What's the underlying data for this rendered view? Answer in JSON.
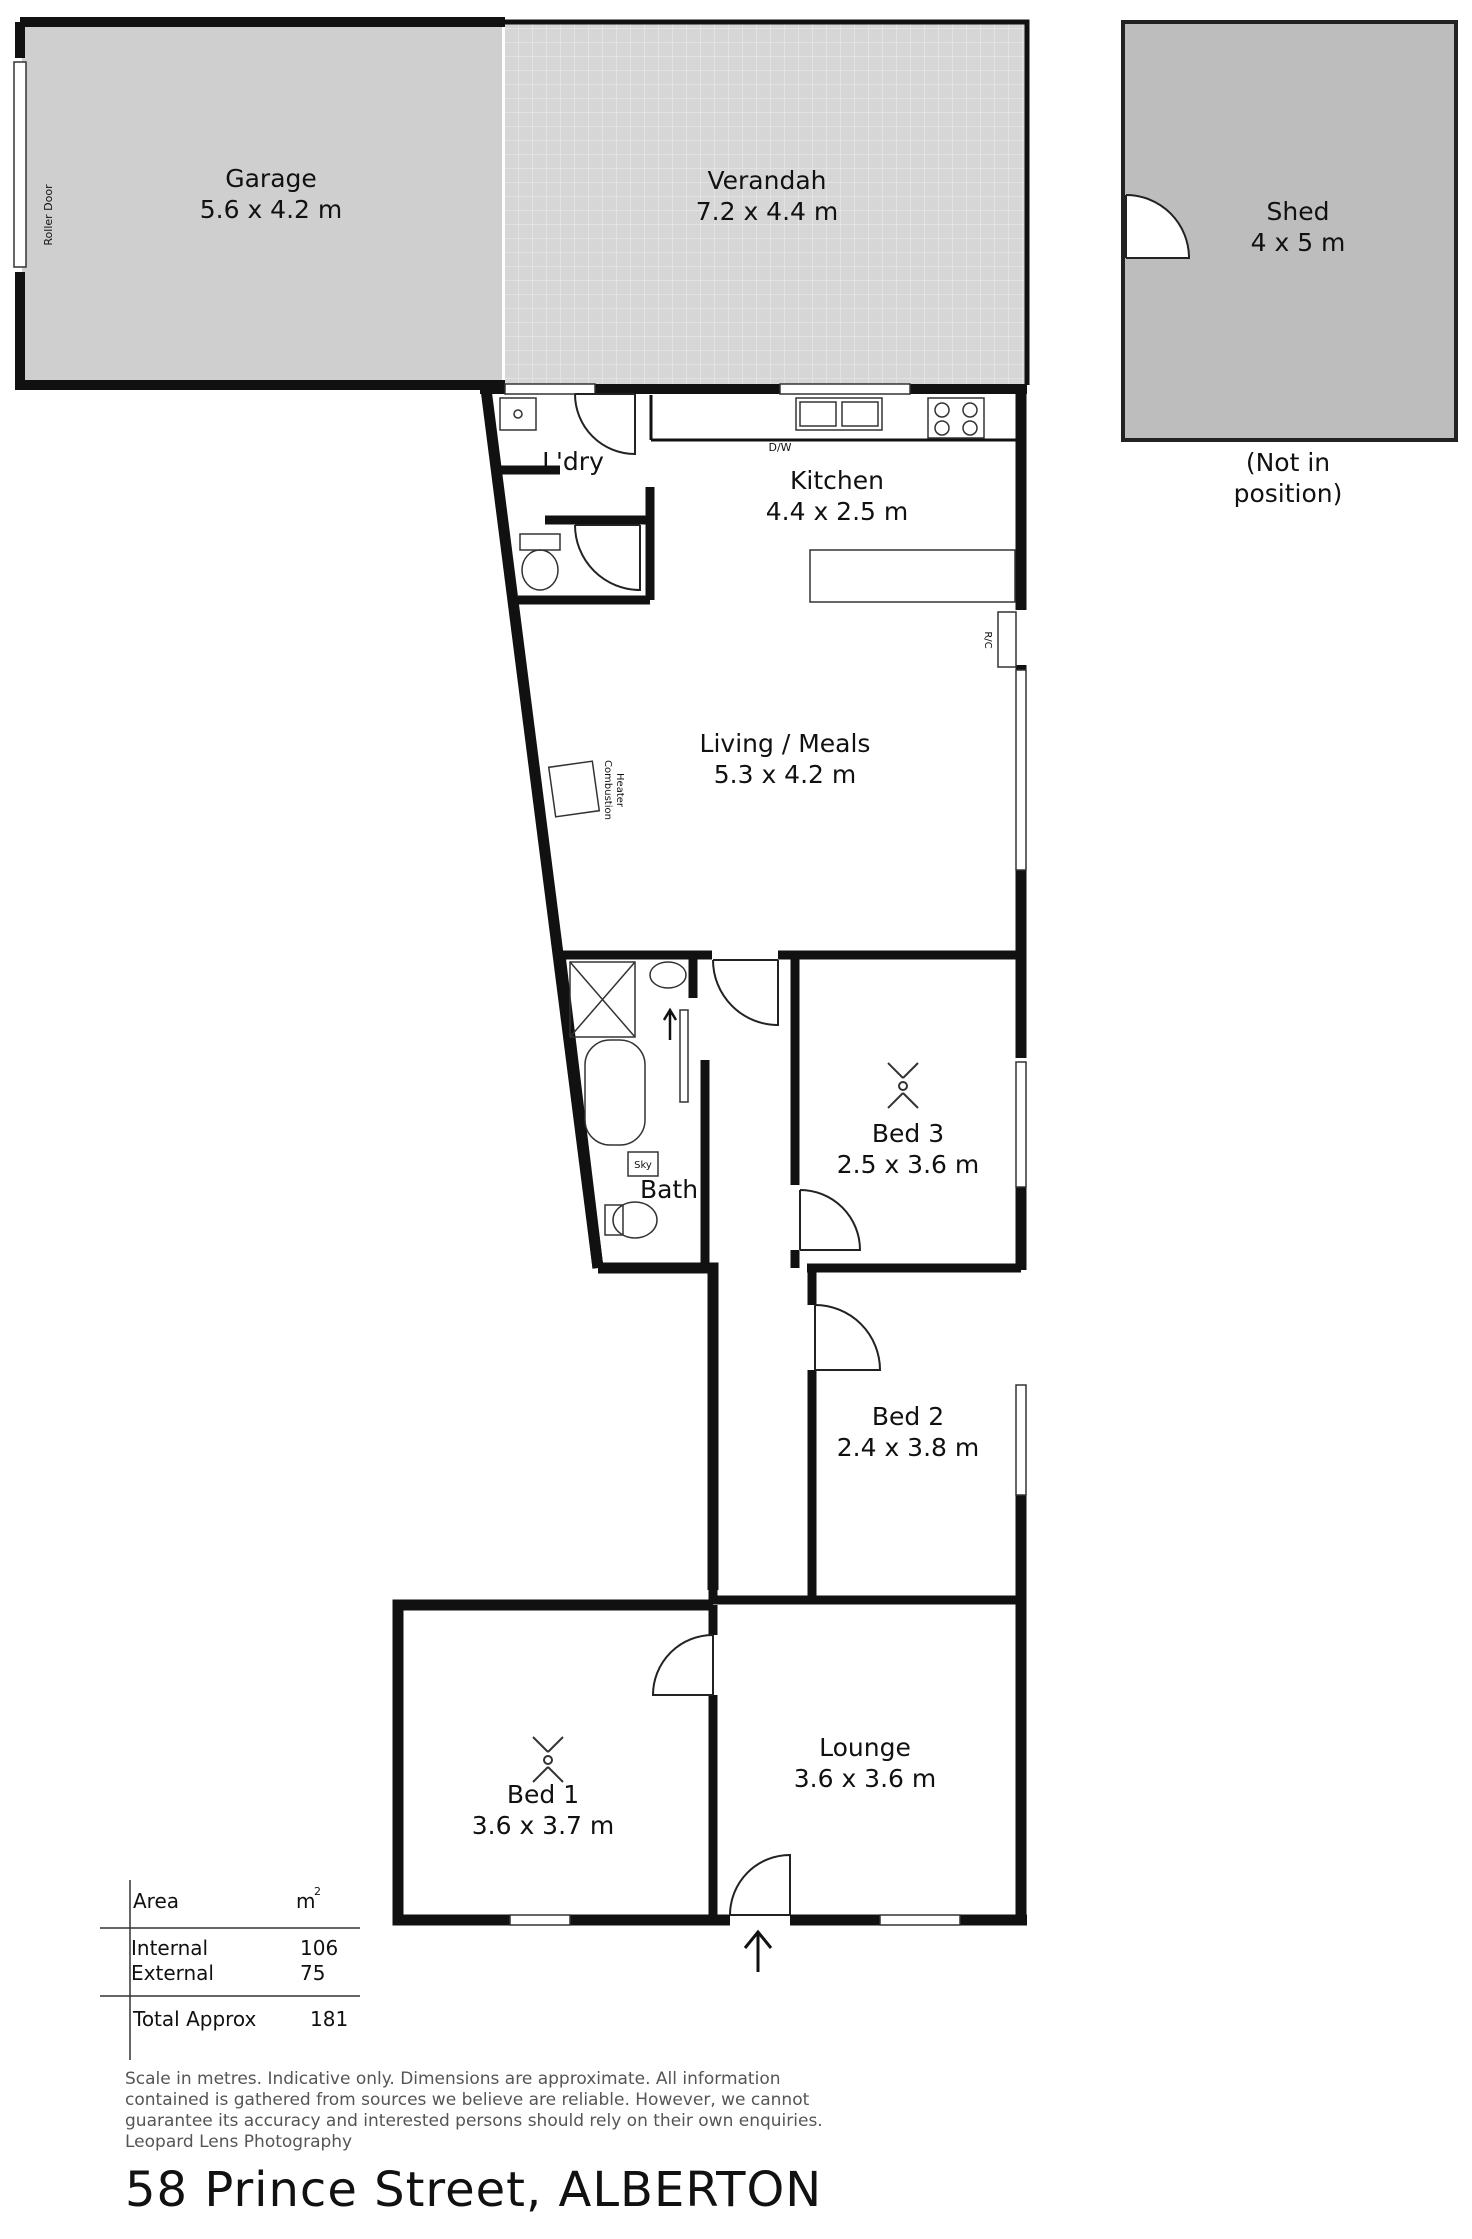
{
  "rooms": {
    "garage": {
      "name": "Garage",
      "size": "5.6 x 4.2 m"
    },
    "verandah": {
      "name": "Verandah",
      "size": "7.2 x 4.4 m"
    },
    "shed": {
      "name": "Shed",
      "size": "4 x 5 m",
      "note_1": "(Not in",
      "note_2": "position)"
    },
    "laundry": {
      "name": "L'dry"
    },
    "kitchen": {
      "name": "Kitchen",
      "size": "4.4 x 2.5 m"
    },
    "living": {
      "name": "Living / Meals",
      "size": "5.3 x 4.2 m"
    },
    "bath": {
      "name": "Bath"
    },
    "bed3": {
      "name": "Bed 3",
      "size": "2.5 x 3.6 m"
    },
    "bed2": {
      "name": "Bed 2",
      "size": "2.4 x 3.8 m"
    },
    "bed1": {
      "name": "Bed 1",
      "size": "3.6 x 3.7 m"
    },
    "lounge": {
      "name": "Lounge",
      "size": "3.6 x 3.6 m"
    }
  },
  "fixtures": {
    "roller_door": "Roller Door",
    "dishwasher": "D/W",
    "reverse_cycle": "R/C",
    "heater_1": "Combustion",
    "heater_2": "Heater",
    "skylight": "Sky"
  },
  "area_table": {
    "header_label": "Area",
    "header_unit": "m",
    "header_unit_sup": "2",
    "internal_label": "Internal",
    "internal_value": "106",
    "external_label": "External",
    "external_value": "75",
    "total_label": "Total Approx",
    "total_value": "181"
  },
  "disclaimer": {
    "line_1": "Scale in metres. Indicative only. Dimensions are approximate. All information",
    "line_2": "contained is gathered from sources we believe are reliable. However, we cannot",
    "line_3": "guarantee its accuracy and interested persons should rely on their own enquiries.",
    "line_4": "Leopard Lens Photography"
  },
  "address": "58 Prince Street, ALBERTON",
  "colors": {
    "wall": "#111111",
    "outdoor_fill": "#d6d6d6",
    "shed_fill": "#bcbcbc"
  }
}
